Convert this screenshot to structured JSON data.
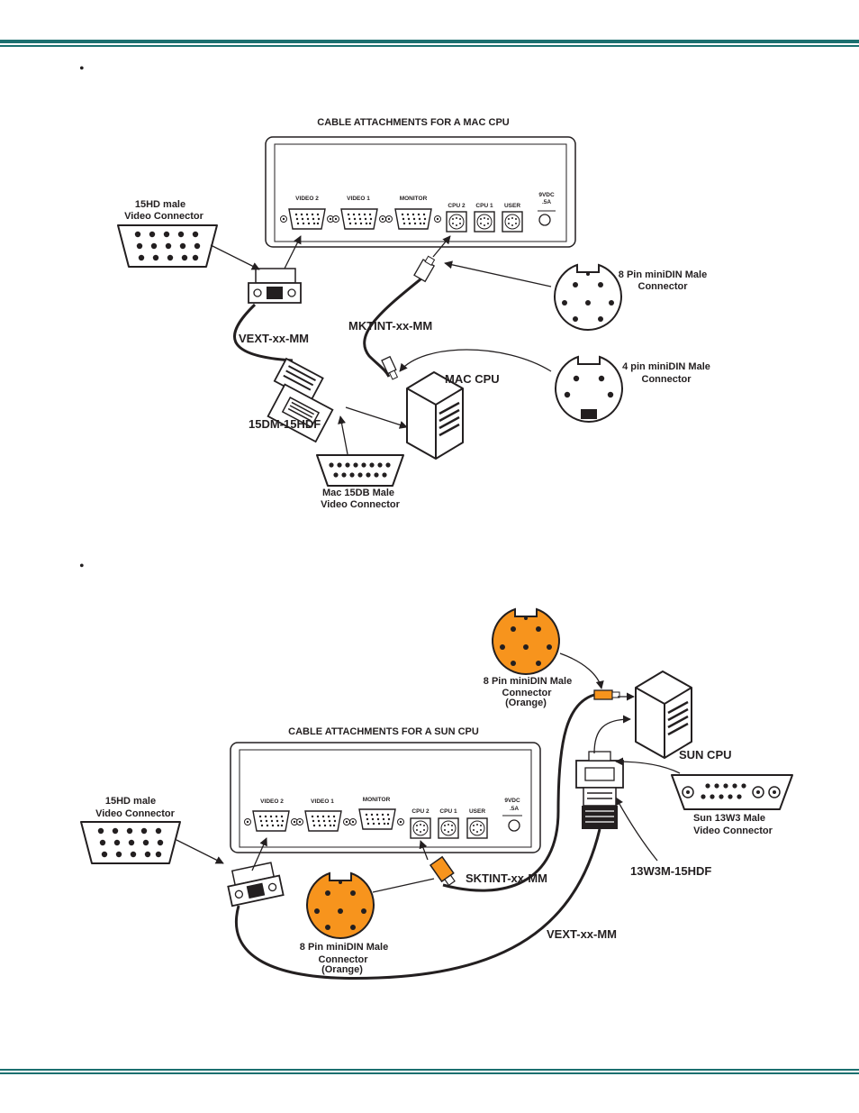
{
  "colors": {
    "rule": "#1b6f6f",
    "accent": "#f7941d",
    "ink": "#231f20"
  },
  "bullets": [
    "•",
    "•"
  ],
  "mac": {
    "title": "CABLE ATTACHMENTS FOR A MAC CPU",
    "ports": {
      "video2": "VIDEO 2",
      "video1": "VIDEO 1",
      "monitor": "MONITOR",
      "cpu2": "CPU 2",
      "cpu1": "CPU 1",
      "user": "USER",
      "power_line1": "9VDC",
      "power_line2": ".5A"
    },
    "labels": {
      "hd15_line1": "15HD male",
      "hd15_line2": "Video Connector",
      "din8_line1": "8 Pin miniDIN Male",
      "din8_line2": "Connector",
      "din4_line1": "4 pin miniDIN Male",
      "din4_line2": "Connector",
      "mktint": "MKTINT-xx-MM",
      "vext": "VEXT-xx-MM",
      "cpu": "MAC CPU",
      "adapter": "15DM-15HDF",
      "db15_line1": "Mac 15DB Male",
      "db15_line2": "Video Connector"
    }
  },
  "sun": {
    "title": "CABLE ATTACHMENTS FOR A SUN CPU",
    "ports": {
      "video2": "VIDEO 2",
      "video1": "VIDEO 1",
      "monitor": "MONITOR",
      "cpu2": "CPU 2",
      "cpu1": "CPU 1",
      "user": "USER",
      "power_line1": "9VDC",
      "power_line2": ".5A"
    },
    "labels": {
      "din8_top_line1": "8 Pin miniDIN Male",
      "din8_top_line2": "Connector",
      "din8_top_line3": "(Orange)",
      "cpu": "SUN CPU",
      "hd15_line1": "15HD male",
      "hd15_line2": "Video Connector",
      "w3_line1": "Sun 13W3 Male",
      "w3_line2": "Video Connector",
      "adapter": "13W3M-15HDF",
      "sktint": "SKTINT-xx-MM",
      "vext": "VEXT-xx-MM",
      "din8_bot_line1": "8 Pin miniDIN Male",
      "din8_bot_line2": "Connector",
      "din8_bot_line3": "(Orange)"
    }
  }
}
